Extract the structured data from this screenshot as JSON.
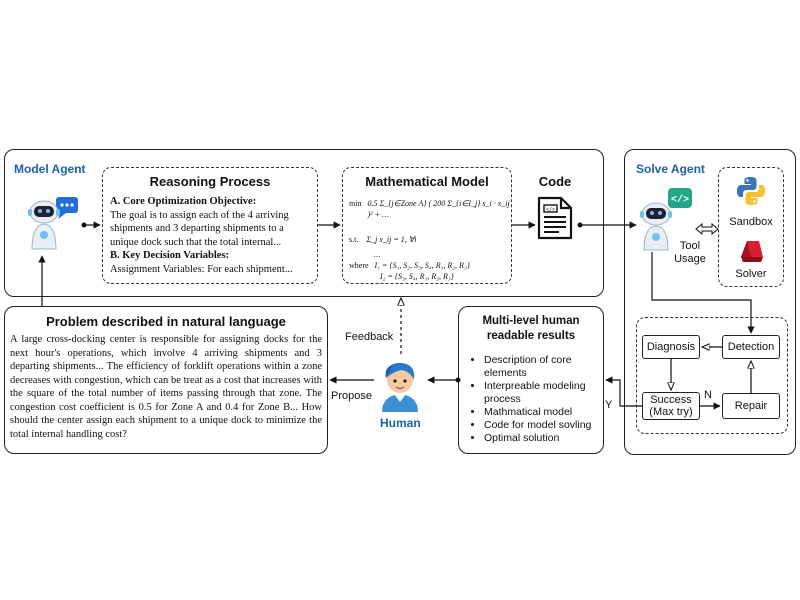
{
  "model_agent": {
    "title": "Model Agent"
  },
  "reasoning": {
    "title": "Reasoning Process",
    "section_a": "A. Core Optimization Objective:",
    "text_a": "The goal is to assign each of the 4 arriving shipments and 3 departing shipments to a unique dock such that the total internal...",
    "section_b": "B. Key Decision Variables:",
    "text_b": "Assignment Variables: For each shipment..."
  },
  "math_model": {
    "title": "Mathematical Model",
    "line_min_prefix": "min",
    "line_min_expr": "0.5 Σ_{j∈Zone A} ( 200 Σ_{i∈I_j} s_i · x_ij )² + …",
    "line_st_prefix": "s.t.",
    "line_st_expr": "Σ_j x_ij = 1,   ∀i",
    "line_dots": "…",
    "line_where_prefix": "where",
    "line_where_1": "I₁ = {S₁, S₂, S₃, S₄, R₁, R₂, R₃}",
    "line_where_2": "I₂ = {S₃, S₄, R₁, R₂, R₃}"
  },
  "code": {
    "title": "Code"
  },
  "solve_agent": {
    "title": "Solve Agent",
    "tool_usage": "Tool\nUsage",
    "sandbox": "Sandbox",
    "solver": "Solver"
  },
  "loop": {
    "diagnosis": "Diagnosis",
    "detection": "Detection",
    "success": "Success\n(Max try)",
    "repair": "Repair",
    "y_label": "Y",
    "n_label": "N"
  },
  "problem": {
    "title": "Problem described in natural language",
    "text": "A large cross-docking center is responsible for assigning docks for the next hour's operations, which involve 4 arriving shipments and 3 departing shipments... The efficiency of forklift operations within a zone decreases with congestion, which can be treat as a cost that increases with the square of the total number of items passing through that zone. The congestion cost coefficient is 0.5 for Zone A and 0.4 for Zone B... How should the center assign each shipment to a unique dock to minimize the total internal handling cost?"
  },
  "human": {
    "label": "Human",
    "feedback": "Feedback",
    "propose": "Propose"
  },
  "results": {
    "title": "Multi-level human readable results",
    "items": [
      "Description of core elements",
      "Interpreable modeling process",
      "Mathmatical model",
      "Code for model sovling",
      "Optimal solution"
    ]
  },
  "colors": {
    "agent_title": "#1f5fa8",
    "python_blue": "#3b74b5",
    "python_yellow": "#f2c233",
    "solver_red": "#d42030",
    "robot_blue": "#6ec1ea"
  }
}
